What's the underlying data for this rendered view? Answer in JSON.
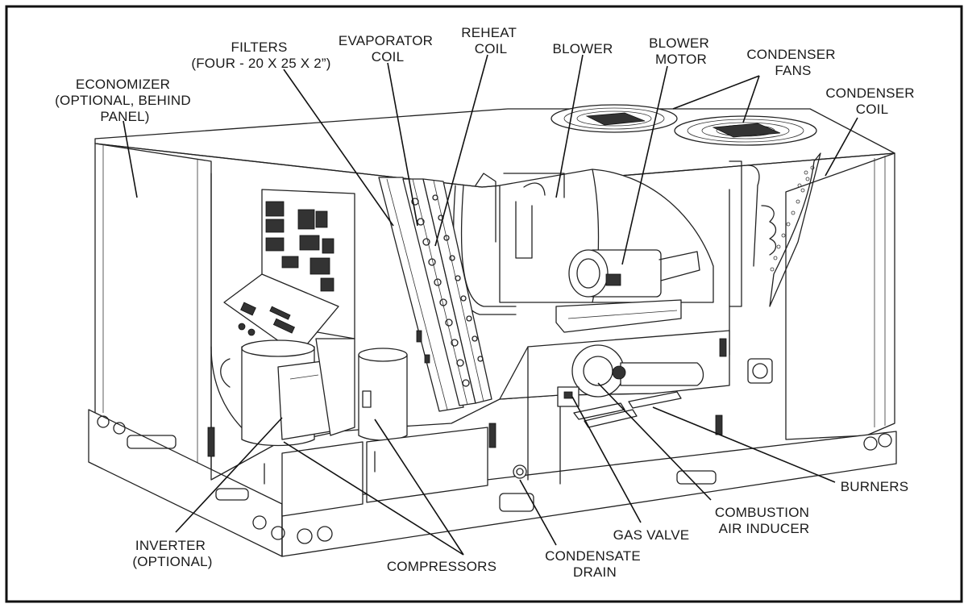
{
  "diagram": {
    "labels": {
      "economizer": [
        "ECONOMIZER",
        "(OPTIONAL, BEHIND",
        "PANEL)"
      ],
      "filters": [
        "FILTERS",
        "(FOUR - 20 X 25 X 2”)"
      ],
      "evaporator_coil": [
        "EVAPORATOR",
        "COIL"
      ],
      "reheat_coil": [
        "REHEAT",
        "COIL"
      ],
      "blower": [
        "BLOWER"
      ],
      "blower_motor": [
        "BLOWER",
        "MOTOR"
      ],
      "condenser_fans": [
        "CONDENSER",
        "FANS"
      ],
      "condenser_coil": [
        "CONDENSER",
        "COIL"
      ],
      "burners": [
        "BURNERS"
      ],
      "combustion_air_inducer": [
        "COMBUSTION",
        "AIR INDUCER"
      ],
      "gas_valve": [
        "GAS VALVE"
      ],
      "condensate_drain": [
        "CONDENSATE",
        "DRAIN"
      ],
      "compressors": [
        "COMPRESSORS"
      ],
      "inverter": [
        "INVERTER",
        "(OPTIONAL)"
      ]
    }
  }
}
